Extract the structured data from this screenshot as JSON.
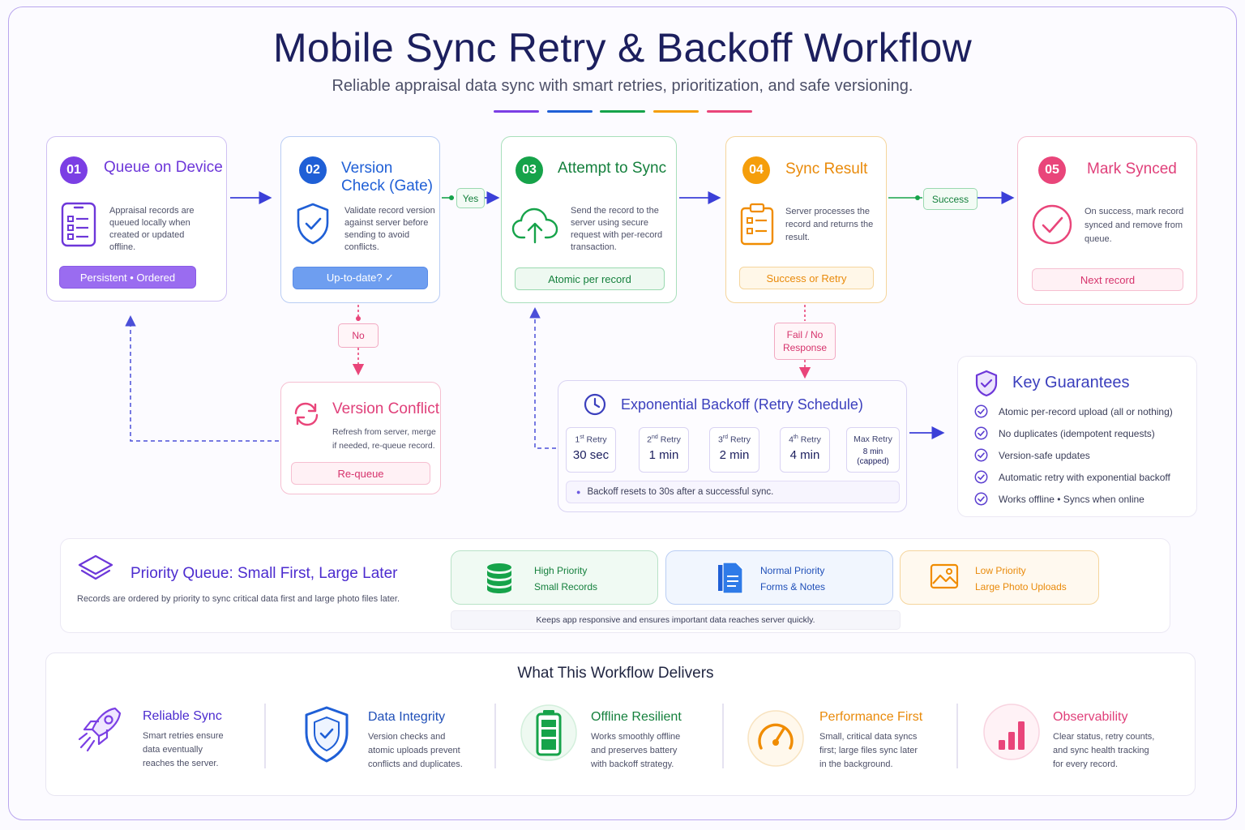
{
  "header": {
    "title": "Mobile Sync Retry & Backoff Workflow",
    "subtitle": "Reliable appraisal data sync with smart retries, prioritization, and safe versioning."
  },
  "colors": {
    "purple": "#7b3fe4",
    "blue": "#1f5fd6",
    "green": "#16a34a",
    "orange": "#f59e0b",
    "pink": "#e9457a"
  },
  "steps": [
    {
      "num": "01",
      "title": "Queue on Device",
      "desc": "Appraisal records are queued locally when created or updated offline.",
      "pill": "Persistent  •  Ordered",
      "icon": "checklist-phone-icon"
    },
    {
      "num": "02",
      "title": "Version Check (Gate)",
      "desc": "Validate record version against server before sending to avoid conflicts.",
      "pill": "Up-to-date? ✓",
      "icon": "shield-check-icon"
    },
    {
      "num": "03",
      "title": "Attempt to Sync",
      "desc": "Send the record to the server using secure request with per-record transaction.",
      "pill": "Atomic per record",
      "icon": "cloud-upload-icon"
    },
    {
      "num": "04",
      "title": "Sync Result",
      "desc": "Server processes the record and returns the result.",
      "pill": "Success or Retry",
      "icon": "clipboard-icon"
    },
    {
      "num": "05",
      "title": "Mark Synced",
      "desc": "On success, mark record synced and remove from queue.",
      "pill": "Next record",
      "icon": "check-circle-icon"
    }
  ],
  "connectors": {
    "yes": "Yes",
    "success": "Success",
    "no": "No",
    "fail": "Fail / No Response"
  },
  "conflict": {
    "title": "Version Conflict",
    "desc": "Refresh from server, merge if needed, re-queue record.",
    "pill": "Re-queue"
  },
  "backoff": {
    "title": "Exponential Backoff (Retry Schedule)",
    "retries": [
      {
        "label": "1st Retry",
        "ord": "st",
        "n": "1",
        "value": "30 sec"
      },
      {
        "label": "2nd Retry",
        "ord": "nd",
        "n": "2",
        "value": "1 min"
      },
      {
        "label": "3rd Retry",
        "ord": "rd",
        "n": "3",
        "value": "2 min"
      },
      {
        "label": "4th Retry",
        "ord": "th",
        "n": "4",
        "value": "4 min"
      },
      {
        "label": "Max Retry",
        "value": "8 min (capped)"
      }
    ],
    "note": "Backoff resets to 30s after a successful sync."
  },
  "guarantees": {
    "title": "Key Guarantees",
    "items": [
      "Atomic per-record upload (all or nothing)",
      "No duplicates (idempotent requests)",
      "Version-safe updates",
      "Automatic retry with exponential backoff",
      "Works offline  •  Syncs when online"
    ]
  },
  "priority": {
    "title": "Priority Queue: Small First, Large Later",
    "desc": "Records are ordered by priority to sync critical data first and large photo files later.",
    "levels": [
      {
        "name": "High Priority",
        "sub": "Small Records"
      },
      {
        "name": "Normal Priority",
        "sub": "Forms & Notes"
      },
      {
        "name": "Low Priority",
        "sub": "Large Photo Uploads"
      }
    ],
    "note": "Keeps app responsive and ensures important data reaches server quickly."
  },
  "delivers": {
    "title": "What This Workflow Delivers",
    "items": [
      {
        "title": "Reliable Sync",
        "desc": "Smart retries ensure data eventually reaches the server."
      },
      {
        "title": "Data Integrity",
        "desc": "Version checks and atomic uploads prevent conflicts and duplicates."
      },
      {
        "title": "Offline Resilient",
        "desc": "Works smoothly offline and preserves battery with backoff strategy."
      },
      {
        "title": "Performance First",
        "desc": "Small, critical data syncs first; large files sync later in the background."
      },
      {
        "title": "Observability",
        "desc": "Clear status, retry counts, and sync health tracking for every record."
      }
    ]
  }
}
